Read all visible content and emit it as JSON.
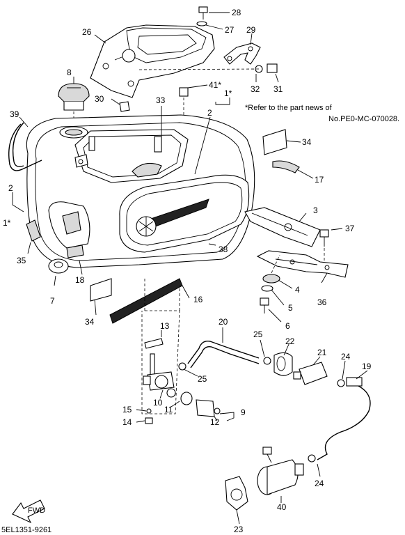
{
  "diagram": {
    "note_line1": "*Refer to the part news of",
    "note_line2": "No.PE0-MC-070028.",
    "catalog_code": "5EL1351-9261",
    "fwd_label": "FWD",
    "callouts": {
      "c28": "28",
      "c27": "27",
      "c29": "29",
      "c26": "26",
      "c8": "8",
      "c41": "41*",
      "c32": "32",
      "c31": "31",
      "c1a": "1*",
      "c30": "30",
      "c33": "33",
      "c39": "39",
      "c2a": "2",
      "c34a": "34",
      "c17": "17",
      "c2b": "2",
      "c1b": "1*",
      "c3": "3",
      "c37": "37",
      "c35": "35",
      "c38": "38",
      "c18": "18",
      "c7": "7",
      "c4": "4",
      "c5": "5",
      "c36": "36",
      "c34b": "34",
      "c16": "16",
      "c6": "6",
      "c13": "13",
      "c20": "20",
      "c25a": "25",
      "c22": "22",
      "c21": "21",
      "c24a": "24",
      "c19": "19",
      "c25b": "25",
      "c10": "10",
      "c11": "11",
      "c15": "15",
      "c9": "9",
      "c14": "14",
      "c12": "12",
      "c40": "40",
      "c24b": "24",
      "c23": "23"
    }
  }
}
